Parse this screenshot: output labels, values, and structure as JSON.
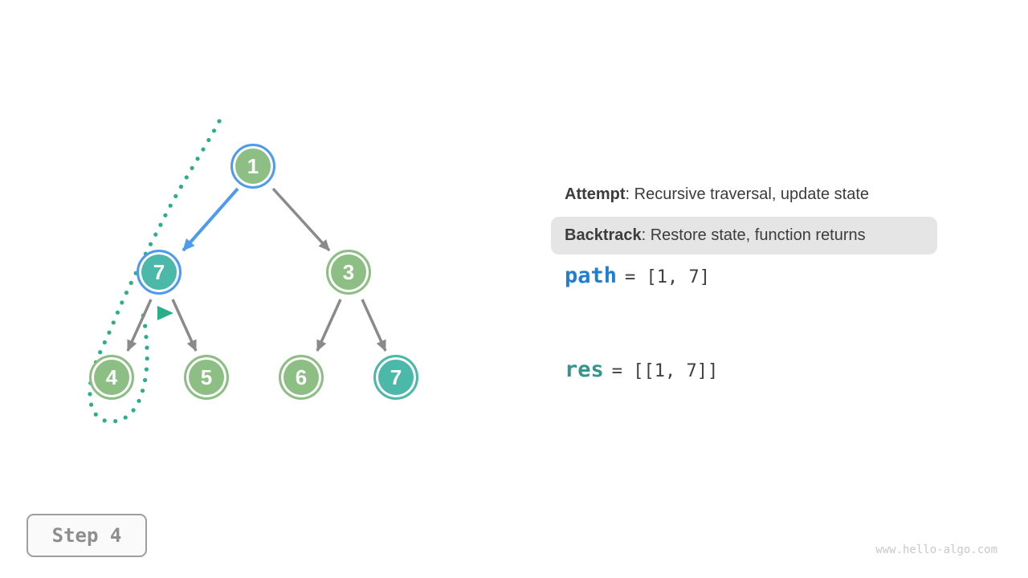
{
  "colors": {
    "green": "#8DBE84",
    "teal": "#4CB8A9",
    "blue": "#4D9BF1",
    "edge-gray": "#8A8A8A",
    "dot-teal": "#2BAE8A",
    "text-dark": "#3C3C3C",
    "code-blue": "#1E7FD2",
    "code-teal": "#35948B",
    "code-gray": "#3D4043",
    "panel-bg": "#E5E5E5",
    "step-border": "#9E9E9E",
    "step-text": "#8E8E8E",
    "step-bg": "#FAFAFA",
    "watermark-gray": "#C9C9C9"
  },
  "tree": {
    "nodes": [
      {
        "label": "1",
        "fill": "green",
        "ring": "blue"
      },
      {
        "label": "7",
        "fill": "teal",
        "ring": "blue"
      },
      {
        "label": "3",
        "fill": "green",
        "ring": "green"
      },
      {
        "label": "4",
        "fill": "green",
        "ring": "green"
      },
      {
        "label": "5",
        "fill": "green",
        "ring": "green"
      },
      {
        "label": "6",
        "fill": "green",
        "ring": "green"
      },
      {
        "label": "7",
        "fill": "teal",
        "ring": "teal"
      }
    ],
    "edges": [
      {
        "from": "1",
        "to": "7",
        "style": "active-blue"
      },
      {
        "from": "1",
        "to": "3",
        "style": "gray"
      },
      {
        "from": "7",
        "to": "4",
        "style": "gray"
      },
      {
        "from": "7",
        "to": "5",
        "style": "gray"
      },
      {
        "from": "3",
        "to": "6",
        "style": "gray"
      },
      {
        "from": "3",
        "to": "7",
        "style": "gray"
      }
    ]
  },
  "panel": {
    "attempt": {
      "label": "Attempt",
      "text": ": Recursive traversal, update state"
    },
    "backtrack": {
      "label": "Backtrack",
      "text": ": Restore state, function returns"
    },
    "path": {
      "name": "path",
      "value": "= [1, 7]"
    },
    "res": {
      "name": "res",
      "value": "= [[1, 7]]"
    }
  },
  "footer": {
    "step_label": "Step 4",
    "watermark": "www.hello-algo.com"
  }
}
